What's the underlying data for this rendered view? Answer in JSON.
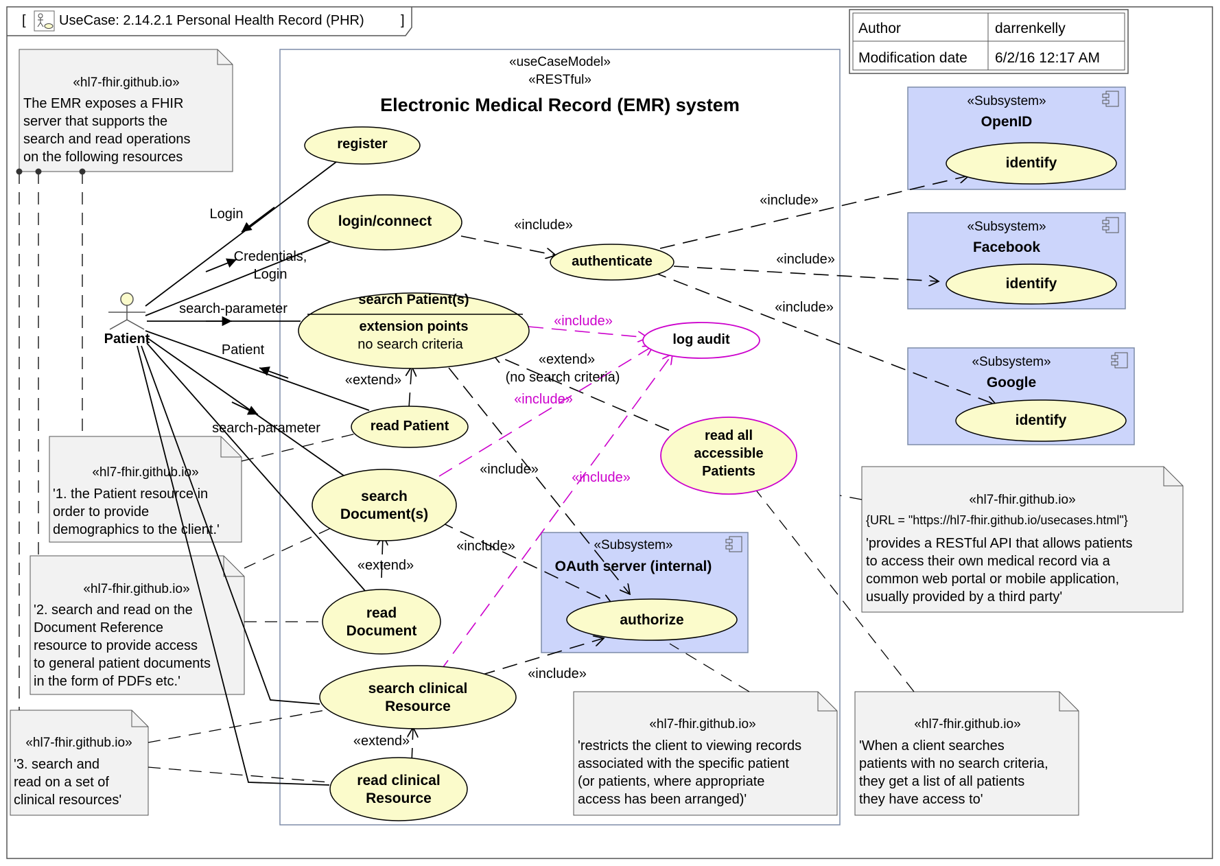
{
  "frame": {
    "bracket_open": "[",
    "bracket_close": "]",
    "title": "UseCase: 2.14.2.1 Personal Health Record (PHR)"
  },
  "info_table": {
    "author_label": "Author",
    "author_value": "darrenkelly",
    "date_label": "Modification date",
    "date_value": "6/2/16 12:17 AM"
  },
  "system": {
    "stereotype1": "«useCaseModel»",
    "stereotype2": "«RESTful»",
    "name": "Electronic Medical Record (EMR) system"
  },
  "actor": {
    "name": "Patient"
  },
  "usecases": {
    "register": "register",
    "login": "login/connect",
    "authenticate": "authenticate",
    "search_patient": "search Patient(s)",
    "extension_points": "extension points",
    "no_search_criteria": "no search criteria",
    "log_audit": "log audit",
    "read_patient": "read Patient",
    "read_all_1": "read all",
    "read_all_2": "accessible",
    "read_all_3": "Patients",
    "search_doc_1": "search",
    "search_doc_2": "Document(s)",
    "read_doc_1": "read",
    "read_doc_2": "Document",
    "search_clin_1": "search clinical",
    "search_clin_2": "Resource",
    "read_clin_1": "read clinical",
    "read_clin_2": "Resource",
    "authorize": "authorize"
  },
  "subsystems": {
    "stereotype": "«Subsystem»",
    "openid": "OpenID",
    "facebook": "Facebook",
    "google": "Google",
    "oauth": "OAuth server (internal)",
    "identify": "identify"
  },
  "labels": {
    "login": "Login",
    "credentials_1": "Credentials,",
    "credentials_2": "Login",
    "search_parameter": "search-parameter",
    "patient": "Patient",
    "include": "«include»",
    "extend": "«extend»",
    "extend_cond": "(no search criteria)"
  },
  "notes": {
    "stereo": "«hl7-fhir.github.io»",
    "note1": [
      "The EMR exposes a FHIR",
      "server that supports the",
      "search and read operations",
      "on the following resources"
    ],
    "note2": [
      "'1. the Patient resource in",
      "order to provide",
      "demographics to the client.'"
    ],
    "note3": [
      "'2. search and read on the",
      "Document Reference",
      "resource to provide access",
      "to general patient documents",
      "in the form of PDFs etc.'"
    ],
    "note4": [
      "'3. search and",
      "read on a set of",
      "clinical resources'"
    ],
    "note5": [
      "'restricts the client to viewing records",
      "associated with the specific patient",
      "(or patients, where appropriate",
      "access has been arranged)'"
    ],
    "note6": [
      "'When a client searches",
      "patients with no search criteria,",
      "they get a list of all patients",
      "they have access to'"
    ],
    "note7_url": "{URL = \"https://hl7-fhir.github.io/usecases.html\"}",
    "note7": [
      "'provides a RESTful API that allows patients",
      "to access their own medical record via a",
      "common web portal or mobile application,",
      "usually provided by a third party'"
    ]
  },
  "colors": {
    "usecase_fill": "#fbfbcb",
    "subsystem_fill": "#ccd5fb",
    "note_fill": "#f2f2f2",
    "magenta": "#cc00cc",
    "system_border": "#7d8ca8"
  }
}
